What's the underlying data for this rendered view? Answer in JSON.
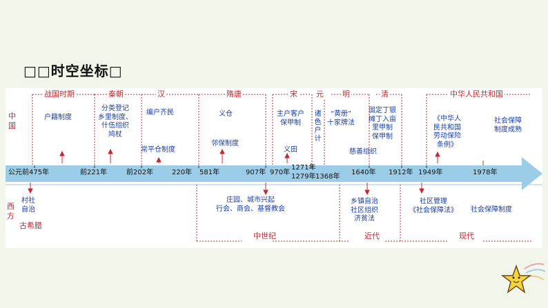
{
  "heading": "□□时空坐标□",
  "regions": {
    "china": "中国",
    "west": "西方"
  },
  "dynasties": [
    "战国时期",
    "秦朝",
    "汉",
    "隋唐",
    "宋",
    "元",
    "明",
    "清",
    "中华人民共和国"
  ],
  "china_events": {
    "huji": "户籍制度",
    "qin": "分类登记\n乡里制度、\n什伍组织\n鸠杖",
    "bianhu": "编户齐民",
    "changping": "常平仓制度",
    "yicang": "义仓",
    "linbao": "邻保制度",
    "zhuhu": "主户客户\n保甲制",
    "yitian": "义田",
    "yuan": "诸色户计",
    "huangce": "“黄册”\n十家牌法",
    "qing1": "固定丁银\n摊丁入亩\n里甲制\n保甲制",
    "cishan": "慈善组织",
    "prc1": "《中华人\n民共和国\n劳动保险\n条例》",
    "prc2": "社会保障\n制度成熟"
  },
  "years": [
    "公元前475年",
    "前221年",
    "前202年",
    "220年",
    "581年",
    "907年",
    "970年",
    "1271年",
    "1279年",
    "1368年",
    "1640年",
    "1912年",
    "1949年",
    "1978年"
  ],
  "west_events": {
    "cunshe": "村社\n自治",
    "greece": "古希腊",
    "zhuangyuan": "庄园、城市兴起\n行会、商会、基督教会",
    "xiangzhen": "乡镇自治\n社区组织\n济贫法",
    "shequ": "社区管理\n《社会保障法》",
    "baozhang": "社会保障制度"
  },
  "eras": [
    "中世纪",
    "近代",
    "现代"
  ],
  "colors": {
    "arrow": "#9bcde9",
    "red": "#c5282f",
    "blue": "#1a3ea8",
    "background": "#f1f5ea",
    "star": "#f7d33c"
  }
}
